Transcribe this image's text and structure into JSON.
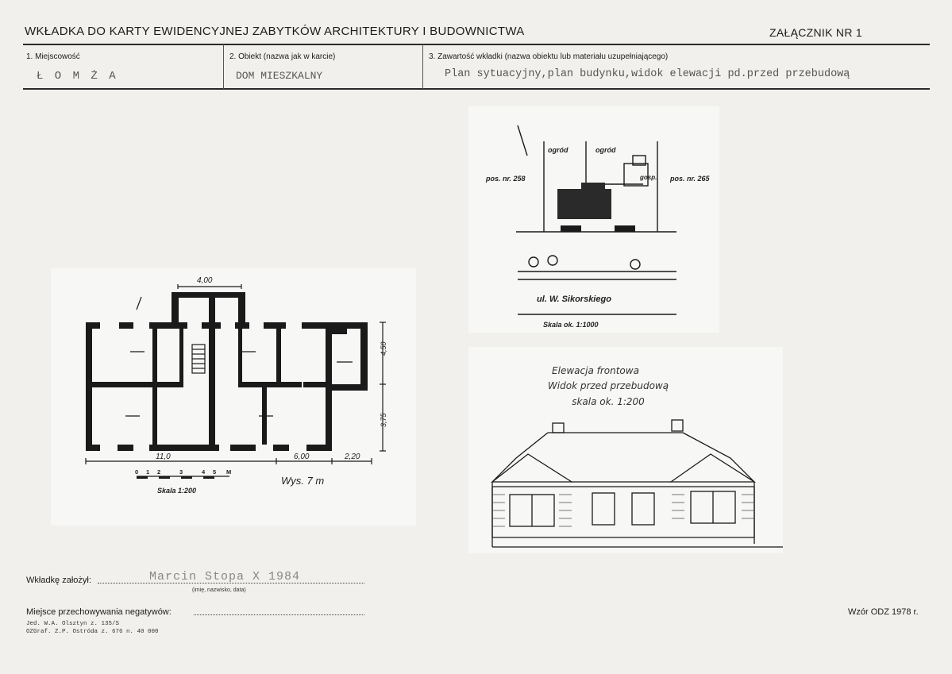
{
  "header": {
    "title": "WKŁADKA DO KARTY EWIDENCYJNEJ ZABYTKÓW ARCHITEKTURY I BUDOWNICTWA",
    "annex": "ZAŁĄCZNIK NR 1"
  },
  "fields": {
    "locality_label": "1. Miejscowość",
    "locality_value": "Ł O M Ż A",
    "object_label": "2. Obiekt (nazwa jak w karcie)",
    "object_value": "DOM MIESZKALNY",
    "content_label": "3. Zawartość wkładki (nazwa obiektu lub materiału uzupełniającego)",
    "content_value": "Plan sytuacyjny,plan budynku,widok elewacji pd.przed przebudową"
  },
  "floor_plan": {
    "dim_top": "4,00",
    "dim_right_top": "4,50",
    "dim_right_bottom": "3,75",
    "dim_bottom_left": "11,0",
    "dim_bottom_mid": "6,00",
    "dim_bottom_right": "2,20",
    "scale_ticks": [
      "0",
      "1",
      "2",
      "3",
      "4",
      "5",
      "M"
    ],
    "scale_label": "Skala 1:200",
    "height_label": "Wys. 7 m"
  },
  "site_plan": {
    "garden_left": "ogród",
    "garden_right": "ogród",
    "garage": "gosp.",
    "parcel_left": "pos. nr. 258",
    "parcel_right": "pos. nr. 265",
    "street": "ul. W. Sikorskiego",
    "scale": "Skala ok. 1:1000"
  },
  "elevation": {
    "title_line1": "Elewacja frontowa",
    "title_line2": "Widok przed przebudową",
    "title_line3": "skala ok. 1:200"
  },
  "footer": {
    "author_label": "Wkładkę założył:",
    "author_value": "Marcin Stopa  X 1984",
    "author_hint": "(imię, nazwisko, data)",
    "negatives_label": "Miejsce przechowywania negatywów:",
    "print_line1": "Jed. W.A. Olsztyn z. 135/S",
    "print_line2": "OZGraf. Z.P. Ostróda z. 676 n. 40 000",
    "template": "Wzór ODZ 1978 r."
  }
}
